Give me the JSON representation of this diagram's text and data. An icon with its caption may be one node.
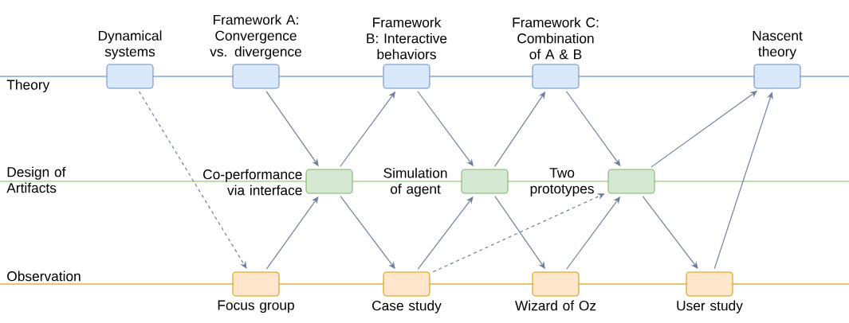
{
  "diagram": {
    "nodes": [
      {
        "text": [
          "Dynamical systems"
        ]
      },
      {
        "text": [
          "Framework A: Convergence vs. divergence"
        ]
      },
      {
        "text": [
          "Framework B: Interactive behaviors"
        ]
      },
      {
        "text": [
          "Framework C: Combination of A & B"
        ]
      },
      {
        "text": [
          "Nascent theory"
        ]
      },
      {
        "text": [
          "Co-performance via interface"
        ]
      },
      {
        "text": [
          "Simulation of agent"
        ]
      },
      {
        "text": [
          "Two prototypes"
        ]
      },
      {
        "text": [
          "Focus group"
        ]
      },
      {
        "text": [
          "Case study"
        ]
      },
      {
        "text": [
          "Wizard of Oz"
        ]
      },
      {
        "text": [
          "User study"
        ]
      }
    ],
    "edges": [
      {
        "from": 0,
        "to": 8,
        "arrow": "to",
        "style": "dashed"
      },
      {
        "from": 1,
        "to": 5,
        "arrow": "to"
      },
      {
        "from": 5,
        "to": 2,
        "arrow": "to"
      },
      {
        "from": 2,
        "to": 6,
        "arrow": "to"
      },
      {
        "from": 6,
        "to": 3,
        "arrow": "to"
      },
      {
        "from": 3,
        "to": 7,
        "arrow": "to"
      },
      {
        "from": 7,
        "to": 4,
        "arrow": "to"
      },
      {
        "from": 8,
        "to": 5,
        "arrow": "to"
      },
      {
        "from": 5,
        "to": 9,
        "arrow": "to"
      },
      {
        "from": 9,
        "to": 6,
        "arrow": "to"
      },
      {
        "from": 6,
        "to": 10,
        "arrow": "to"
      },
      {
        "from": 10,
        "to": 7,
        "arrow": "to"
      },
      {
        "from": 7,
        "to": 11,
        "arrow": "to"
      },
      {
        "from": 11,
        "to": 4,
        "arrow": "to"
      },
      {
        "from": 9,
        "to": 7,
        "arrow": "to",
        "style": "dashed"
      }
    ],
    "labels": [
      "Theory",
      "Design of Artifacts",
      "Observation"
    ]
  }
}
